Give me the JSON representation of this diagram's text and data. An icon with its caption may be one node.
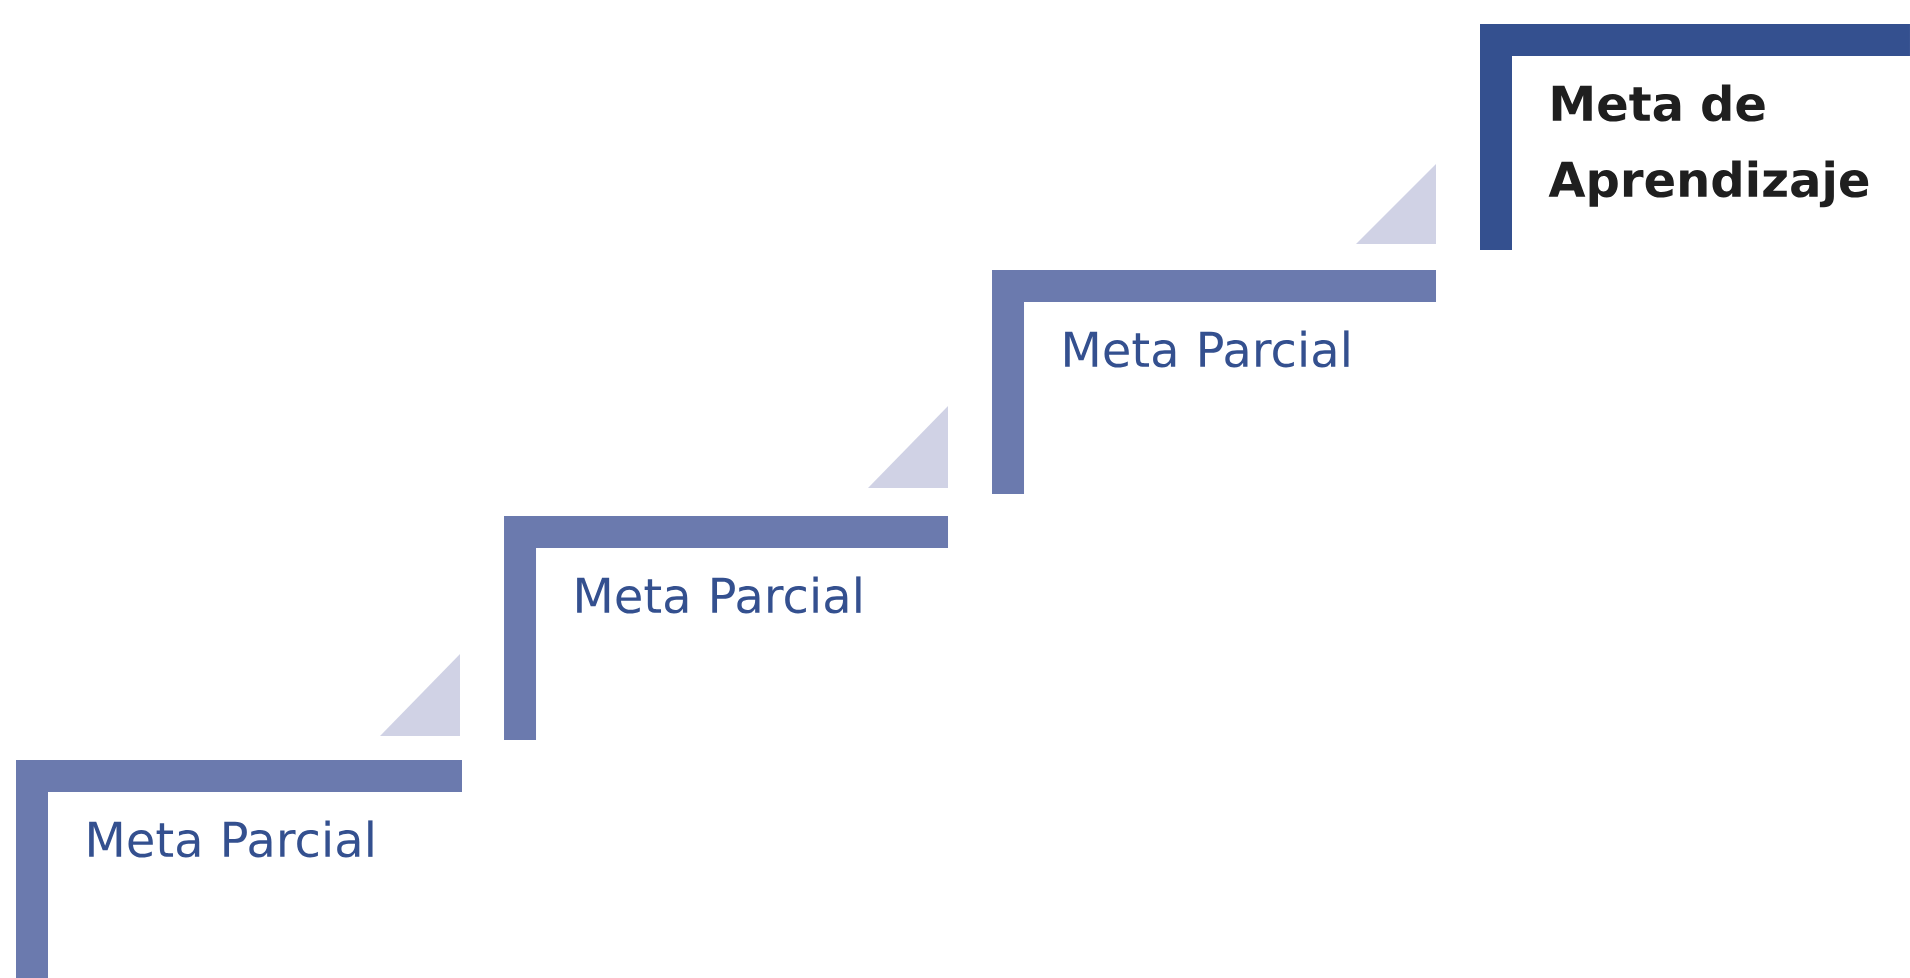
{
  "diagram": {
    "nodes": [
      {
        "text": [
          "Meta Parcial"
        ]
      },
      {
        "text": [
          "Meta Parcial"
        ]
      },
      {
        "text": [
          "Meta Parcial"
        ]
      },
      {
        "text": [
          "Meta de Aprendizaje"
        ]
      }
    ]
  }
}
